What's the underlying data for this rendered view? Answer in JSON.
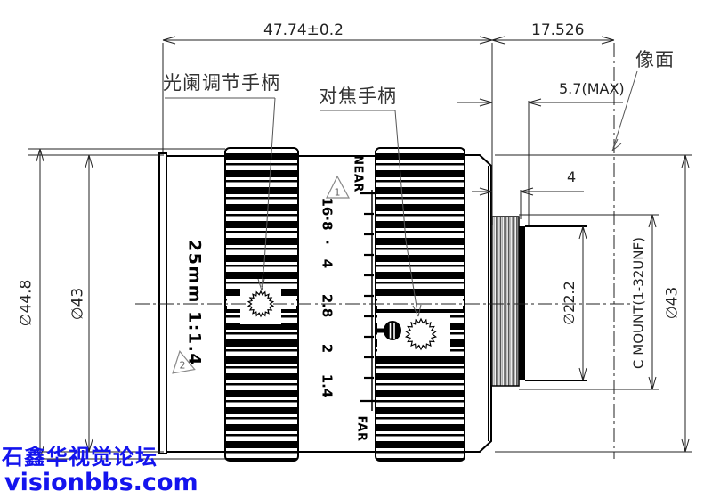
{
  "drawing": {
    "dimensions": {
      "total_length": "47.74±0.2",
      "flange_distance": "17.526",
      "rear_protrusion_max": "5.7(MAX)",
      "thread_length": "4",
      "dia_front_max": "∅44.8",
      "dia_front": "∅43",
      "dia_rear_element": "∅22.2",
      "mount_thread": "C MOUNT(1-32UNF)",
      "dia_barrel": "∅43"
    },
    "labels": {
      "aperture_handle": "光阑调节手柄",
      "focus_handle": "对焦手柄",
      "image_plane": "像面"
    },
    "lens_markings": {
      "model": "25mm 1:1.4",
      "near": "NEAR",
      "far": "FAR",
      "aperture_stops": [
        "16·8",
        "·",
        "4",
        "2.8",
        "2",
        "1.4"
      ],
      "note_1": "1",
      "note_2": "2"
    },
    "watermark": {
      "line1": "石鑫华视觉论坛",
      "line2": "visionbbs.com",
      "color": "#1414ee"
    }
  }
}
